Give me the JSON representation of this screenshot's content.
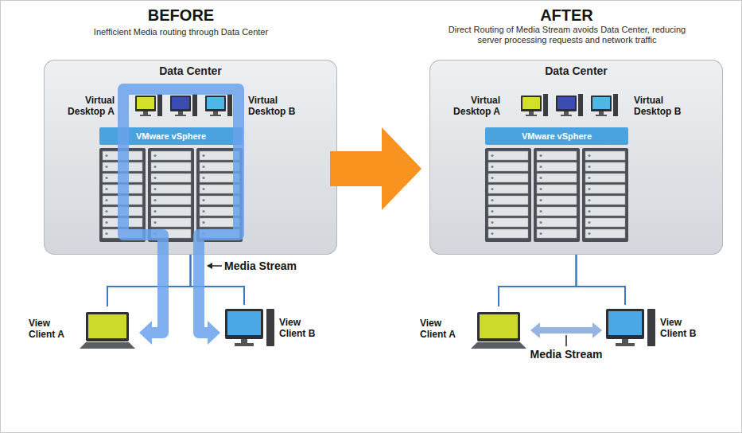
{
  "diagram": {
    "nodes": [
      {
        "text": [
          "Data Center"
        ]
      },
      {
        "text": [
          "VMware vSphere"
        ],
        "in": 0
      },
      {
        "text": [
          "View Client A"
        ]
      },
      {
        "text": [
          "View Client B"
        ]
      },
      {
        "text": [
          "Data Center"
        ]
      },
      {
        "text": [
          "VMware vSphere"
        ],
        "in": 4
      },
      {
        "text": [
          "View Client A"
        ]
      },
      {
        "text": [
          "View Client B"
        ]
      }
    ],
    "edges": [
      {
        "from": 0,
        "to": 2,
        "arrow": "none"
      },
      {
        "from": 0,
        "to": 3,
        "arrow": "none"
      },
      {
        "from": 2,
        "to": 3,
        "arrow": "both"
      },
      {
        "from": 4,
        "to": 6,
        "arrow": "none"
      },
      {
        "from": 4,
        "to": 7,
        "arrow": "none"
      },
      {
        "from": 6,
        "to": 7,
        "arrow": "both",
        "label": "Media Stream"
      }
    ],
    "labels": [
      "BEFORE",
      "Inefficient Media routing through Data Center",
      "Virtual Desktop A",
      "Virtual Desktop B",
      "Media Stream",
      "AFTER",
      "Direct Routing of Media Stream avoids Data Center, reducing server processing requests and network traffic",
      "Virtual Desktop A",
      "Virtual Desktop B"
    ]
  }
}
